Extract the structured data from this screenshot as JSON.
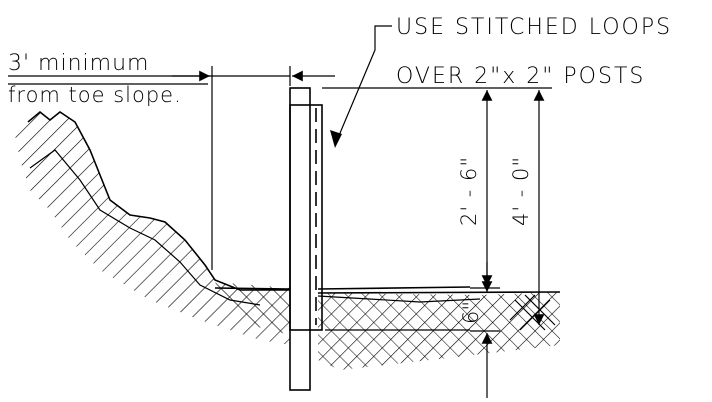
{
  "labels": {
    "setback_line1": "3' minimum",
    "setback_line2": "from toe slope.",
    "callout_line1": "USE STITCHED LOOPS",
    "callout_line2": "OVER 2\"x 2\" POSTS",
    "dim_fence_height": "2' - 6\"",
    "dim_post_height": "4' - 0\"",
    "dim_embed": "6\""
  }
}
